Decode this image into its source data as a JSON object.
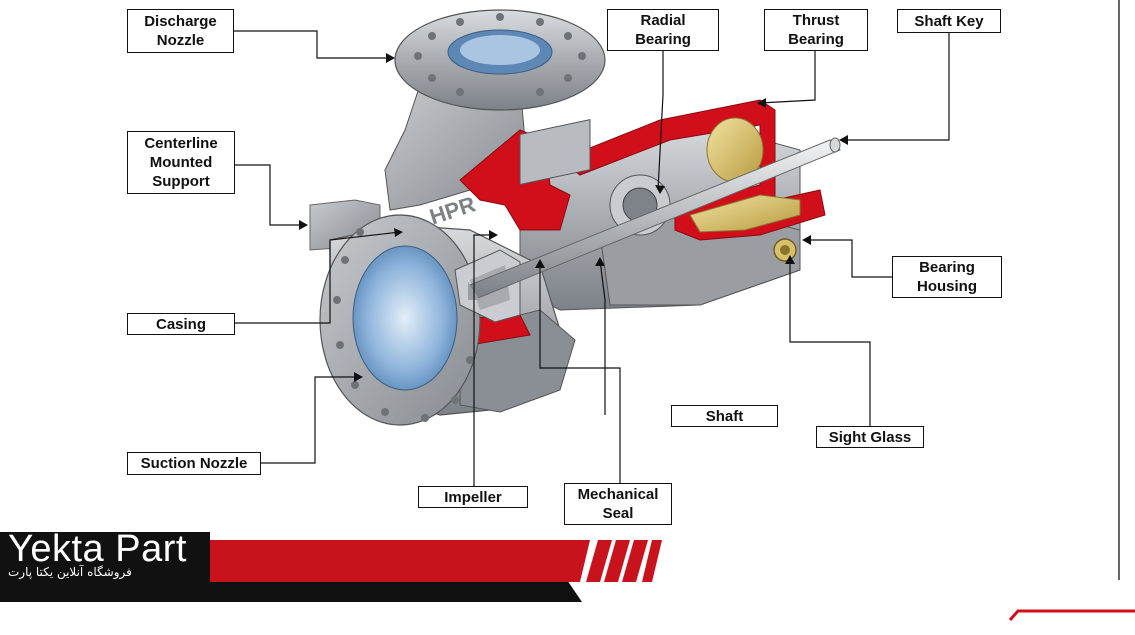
{
  "labels": {
    "discharge_nozzle": "Discharge\nNozzle",
    "radial_bearing": "Radial\nBearing",
    "thrust_bearing": "Thrust\nBearing",
    "shaft_key": "Shaft Key",
    "centerline_mounted_support": "Centerline\nMounted\nSupport",
    "bearing_housing": "Bearing\nHousing",
    "casing": "Casing",
    "shaft": "Shaft",
    "sight_glass": "Sight Glass",
    "suction_nozzle": "Suction Nozzle",
    "impeller": "Impeller",
    "mechanical_seal": "Mechanical\nSeal"
  },
  "brand": {
    "name": "Yekta Part",
    "tagline": "فروشگاه آنلاین یکتا پارت",
    "casing_mark": "HPR"
  },
  "colors": {
    "accent_red": "#d10f1a",
    "brand_black": "#111111",
    "metal_gray": "#a9adb2",
    "bearing_gold": "#d8c06a",
    "flow_blue": "#6f9fcf"
  }
}
